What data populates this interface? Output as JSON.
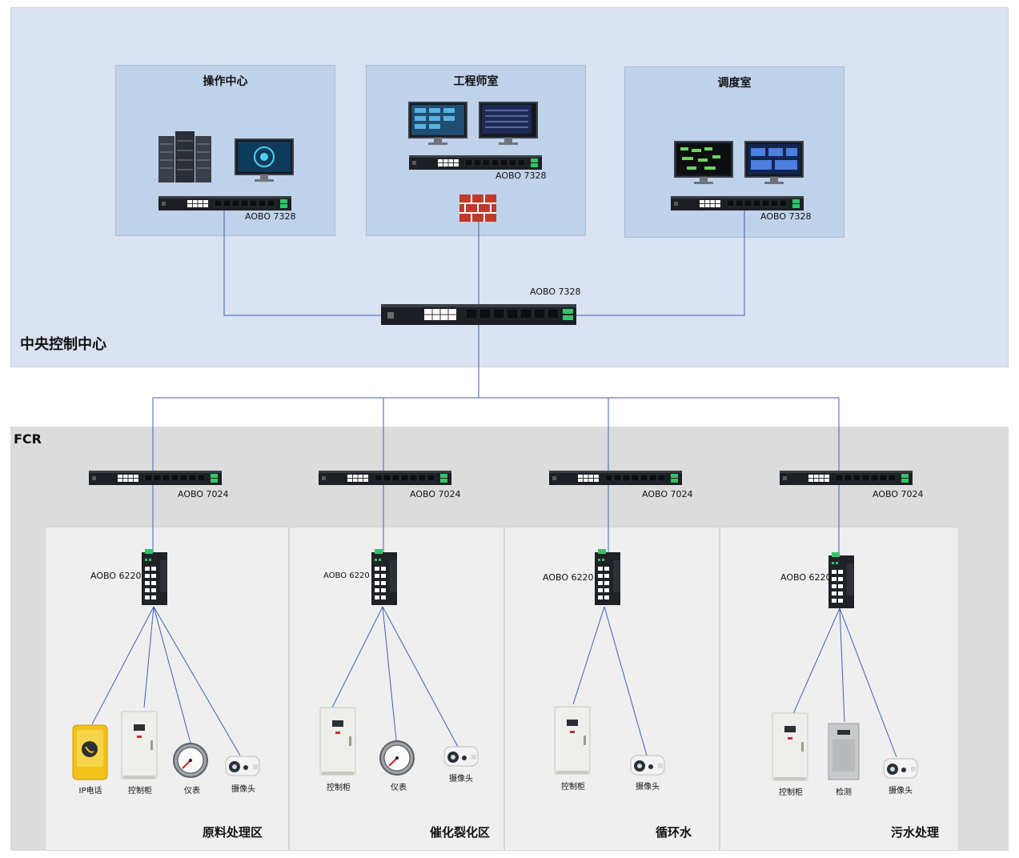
{
  "zones": {
    "central": "中央控制中心",
    "fcr": "FCR"
  },
  "rooms": {
    "operation": "操作中心",
    "engineer": "工程师室",
    "dispatch": "调度室"
  },
  "switches": {
    "op": "AOBO 7328",
    "eng": "AOBO 7328",
    "disp": "AOBO 7328",
    "core": "AOBO 7328",
    "fcr1": "AOBO 7024",
    "fcr2": "AOBO 7024",
    "fcr3": "AOBO 7024",
    "fcr4": "AOBO 7024",
    "ind1": "AOBO 6220",
    "ind2": "AOBO 6220",
    "ind3": "AOBO 6220",
    "ind4": "AOBO 6220"
  },
  "areas": {
    "a1": "原料处理区",
    "a2": "催化裂化区",
    "a3": "循环水",
    "a4": "污水处理"
  },
  "devices": {
    "a1": [
      "IP电话",
      "控制柜",
      "仪表",
      "摄像头"
    ],
    "a2": [
      "控制柜",
      "仪表",
      "摄像头"
    ],
    "a3": [
      "控制柜",
      "摄像头"
    ],
    "a4": [
      "控制柜",
      "检测",
      "摄像头"
    ]
  },
  "colors": {
    "link": "#3e5fb4",
    "central_bg": "#dbe3f3",
    "room_bg": "#bfd2ea",
    "fcr_bg": "#dcdcdc",
    "area_bg": "#efefef"
  }
}
